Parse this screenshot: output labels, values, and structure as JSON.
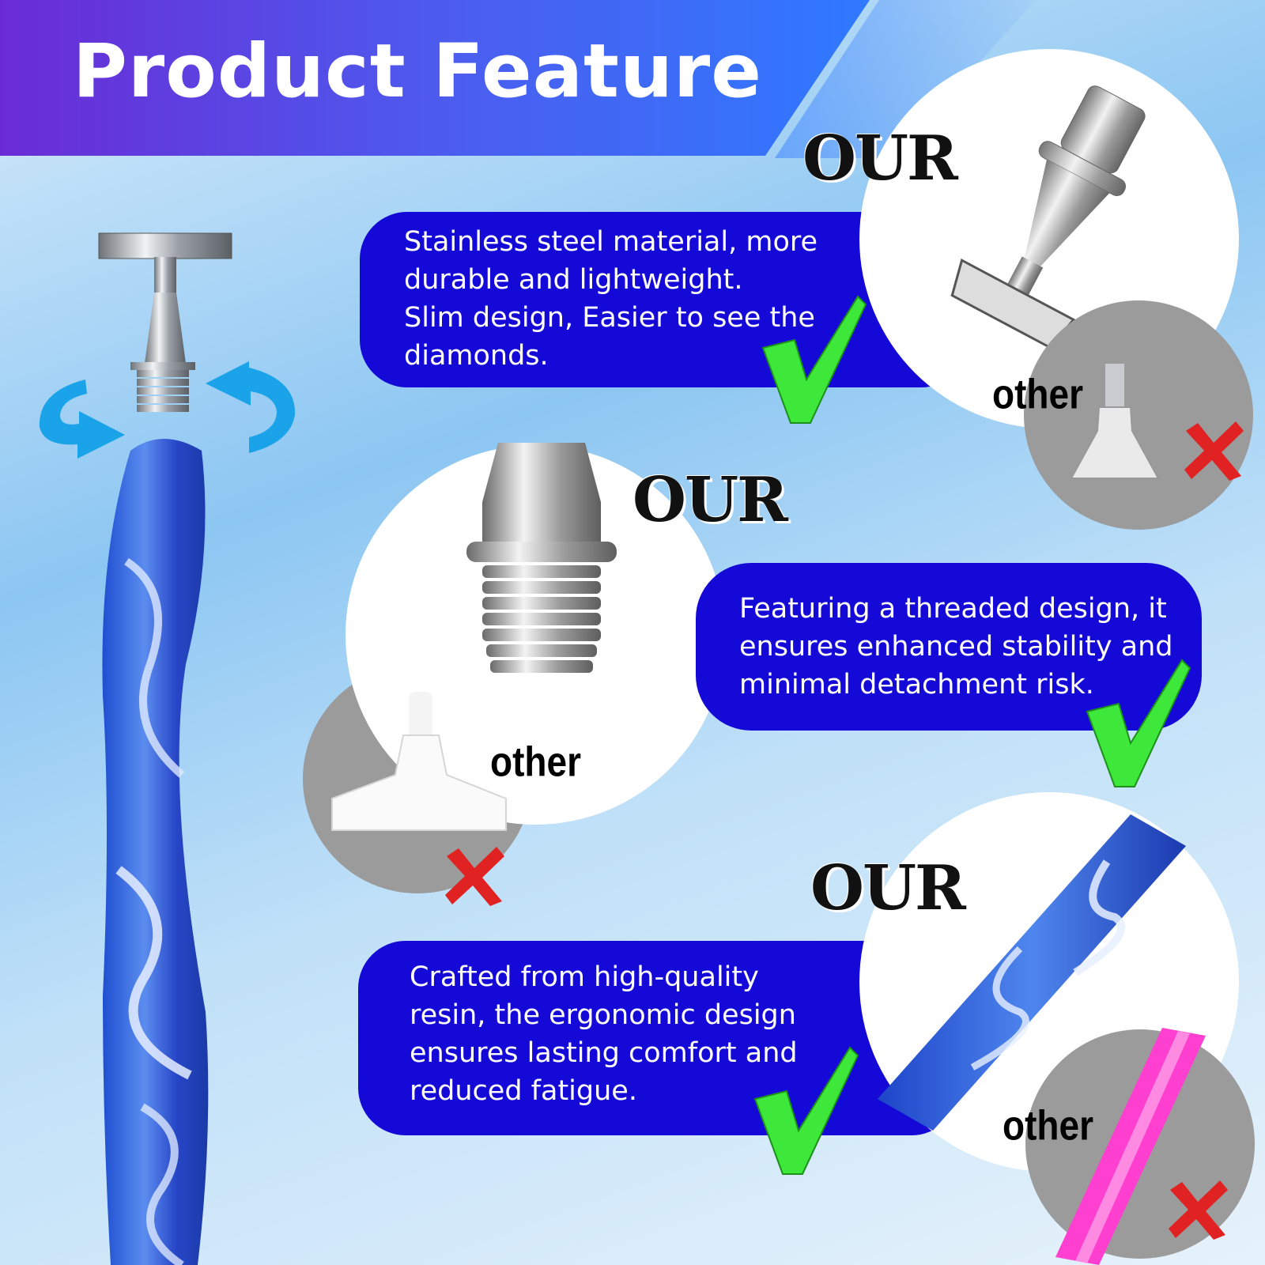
{
  "header": {
    "title": "Product Feature"
  },
  "features": [
    {
      "text_lines": [
        "Stainless steel material, more",
        "durable and lightweight.",
        "Slim design, Easier to see the",
        "diamonds."
      ],
      "our_label": "OUR",
      "other_label": "other",
      "our_icon": "metal-tip-icon",
      "other_icon": "plastic-tip-icon"
    },
    {
      "text_lines": [
        "Featuring a threaded design, it",
        "ensures enhanced stability and",
        "minimal detachment risk."
      ],
      "our_label": "OUR",
      "other_label": "other",
      "our_icon": "threaded-connector-icon",
      "other_icon": "plastic-tip-icon"
    },
    {
      "text_lines": [
        "Crafted from high-quality",
        "resin, the ergonomic design",
        "ensures lasting comfort and",
        "reduced fatigue."
      ],
      "our_label": "OUR",
      "other_label": "other",
      "our_icon": "resin-handle-icon",
      "other_icon": "pink-handle-icon"
    }
  ],
  "colors": {
    "pill": "#1409d6",
    "check": "#3ee83a",
    "cross": "#e02222",
    "arrow": "#1aa3e8"
  }
}
